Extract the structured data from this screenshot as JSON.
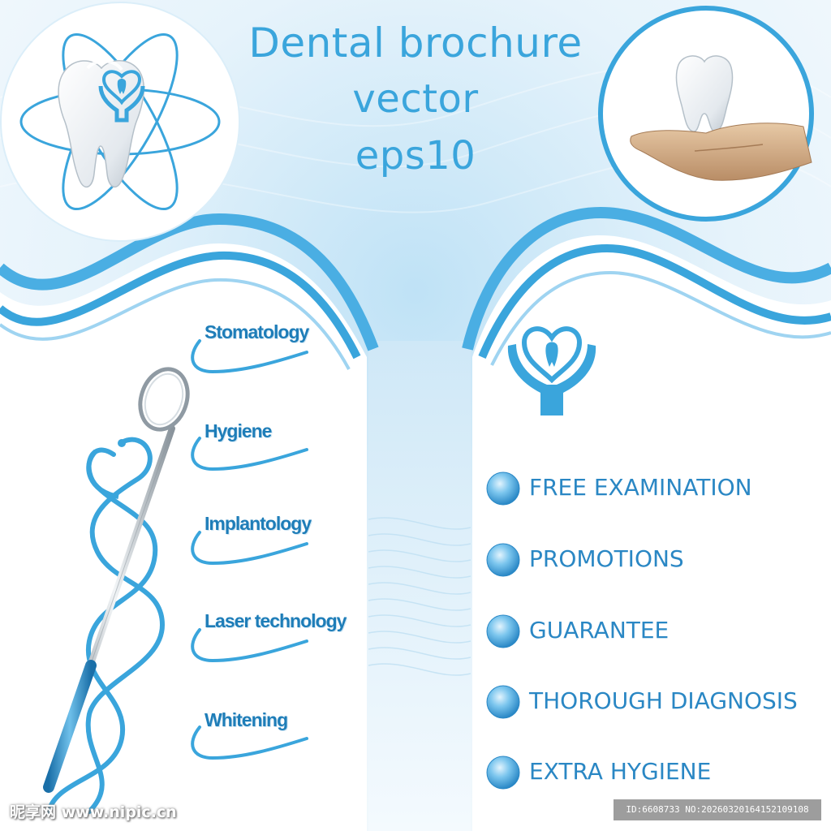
{
  "title": {
    "line1": "Dental brochure",
    "line2": "vector",
    "line3": "eps10"
  },
  "services": [
    "Stomatology",
    "Hygiene",
    "Implantology",
    "Laser technology",
    "Whitening"
  ],
  "features": [
    "FREE EXAMINATION",
    "PROMOTIONS",
    "GUARANTEE",
    "THOROUGH DIAGNOSIS",
    "EXTRA HYGIENE"
  ],
  "watermark": {
    "left": "昵享网 www.nipic.cn",
    "right": "ID:6608733 NO:20260320164152109108"
  },
  "icons": {
    "left_circle": "atom-tooth-icon",
    "right_circle": "tooth-in-hand-icon",
    "emblem": "heart-hands-tooth-icon",
    "instrument": "dental-mirror-icon",
    "bullet": "blue-orb-bullet-icon"
  },
  "colors": {
    "accent": "#3aa5dc",
    "dark_text": "#1e7db8",
    "panel": "#ffffff",
    "background": "#eaf4fb"
  }
}
